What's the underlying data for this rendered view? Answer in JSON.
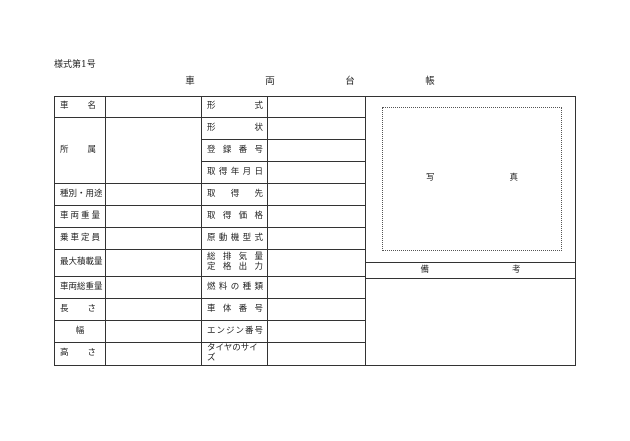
{
  "form_number": "様式第1号",
  "title_chars": [
    "車",
    "両",
    "台",
    "帳"
  ],
  "rows": [
    {
      "left_label": "車　　名",
      "right_label": "形　　　式"
    },
    {
      "left_label": "所　　属",
      "right_label": "形　　　状"
    },
    {
      "right_label": "登録番号"
    },
    {
      "right_label": "取得年月日"
    },
    {
      "left_label": "種別・用途",
      "right_label": "取　得　先"
    },
    {
      "left_label": "車両重量",
      "right_label": "取得価格"
    },
    {
      "left_label": "乗車定員",
      "right_label": "原動機型式"
    },
    {
      "left_label": "最大積載量",
      "right_label_line1": "総排気量",
      "right_label_line2": "定格出力"
    },
    {
      "left_label": "車両総重量",
      "right_label": "燃料の種類"
    },
    {
      "left_label": "長　さ",
      "right_label": "車体番号"
    },
    {
      "left_label": "幅",
      "right_label": "エンジン番号"
    },
    {
      "left_label": "高　さ",
      "right_label": "タイヤのサイズ"
    }
  ],
  "photo_label": [
    "写",
    "真"
  ],
  "remarks_label": [
    "備",
    "考"
  ]
}
